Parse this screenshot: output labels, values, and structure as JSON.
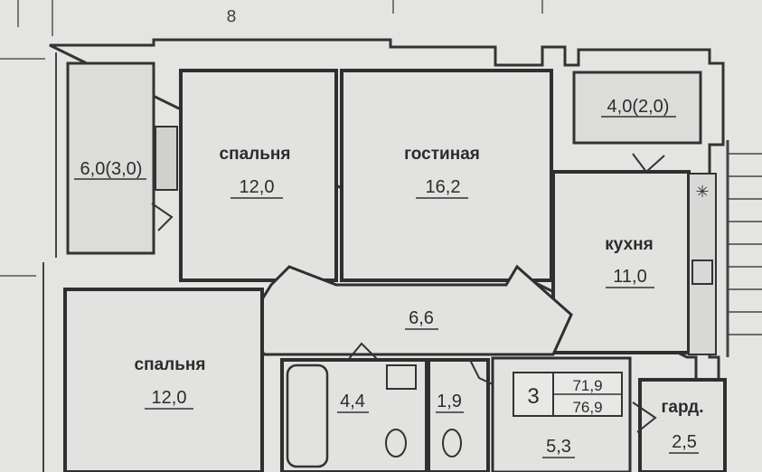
{
  "plan": {
    "rooms": [
      {
        "id": "balcony-left",
        "label": "",
        "area": "6,0(3,0)"
      },
      {
        "id": "bedroom-1",
        "label": "спальня",
        "area": "12,0"
      },
      {
        "id": "living-room",
        "label": "гостиная",
        "area": "16,2"
      },
      {
        "id": "balcony-right",
        "label": "",
        "area": "4,0(2,0)"
      },
      {
        "id": "kitchen",
        "label": "кухня",
        "area": "11,0"
      },
      {
        "id": "hallway",
        "label": "",
        "area": "6,6"
      },
      {
        "id": "bedroom-2",
        "label": "спальня",
        "area": "12,0"
      },
      {
        "id": "bathroom",
        "label": "",
        "area": "4,4"
      },
      {
        "id": "toilet",
        "label": "",
        "area": "1,9"
      },
      {
        "id": "entry",
        "label": "",
        "area": "5,3"
      },
      {
        "id": "wardrobe",
        "label": "гард.",
        "area": "2,5"
      }
    ],
    "summary": {
      "rooms_count": "3",
      "living_area": "71,9",
      "total_area": "76,9"
    },
    "compass_mark": "8",
    "stove_symbol": "✳"
  }
}
